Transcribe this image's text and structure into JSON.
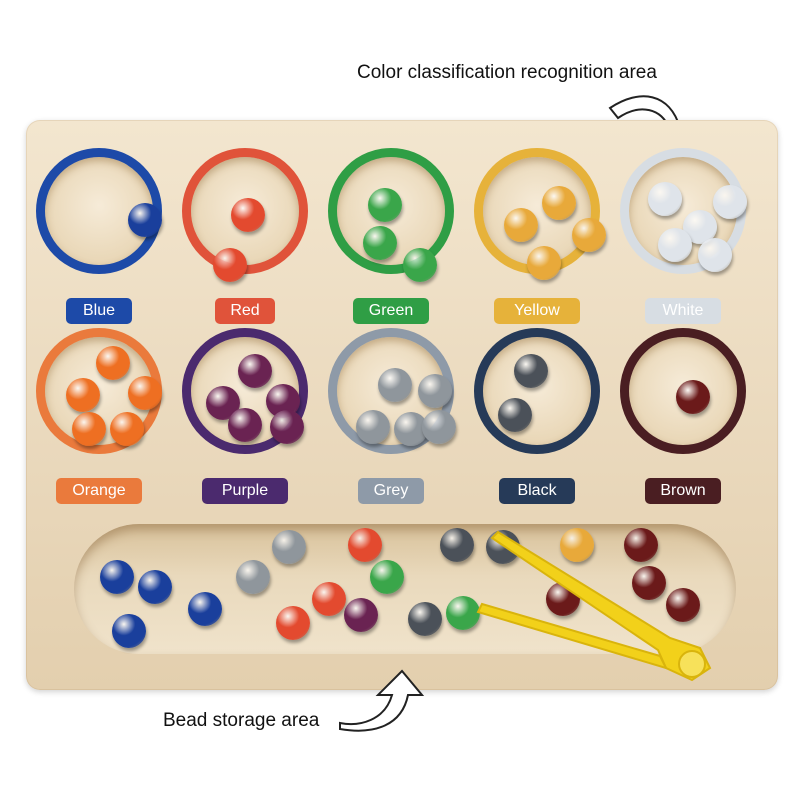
{
  "annotations": {
    "top_caption": "Color classification recognition area",
    "bottom_caption": "Bead storage area"
  },
  "sorting_slots": [
    {
      "label": "Blue",
      "color": "#1d4aa8",
      "bead_color": "#1a3f9c",
      "bead_count": 1
    },
    {
      "label": "Red",
      "color": "#e0533a",
      "bead_color": "#e34a2f",
      "bead_count": 2
    },
    {
      "label": "Green",
      "color": "#2f9e45",
      "bead_color": "#3aa64a",
      "bead_count": 3
    },
    {
      "label": "Yellow",
      "color": "#e6b23a",
      "bead_color": "#e8a93a",
      "bead_count": 4
    },
    {
      "label": "White",
      "color": "#d7dde3",
      "bead_color": "#dfe4ea",
      "bead_count": 5
    },
    {
      "label": "Orange",
      "color": "#ea7a3c",
      "bead_color": "#ee6f22",
      "bead_count": 5
    },
    {
      "label": "Purple",
      "color": "#4b2a6e",
      "bead_color": "#6a2352",
      "bead_count": 5
    },
    {
      "label": "Grey",
      "color": "#8e9aa8",
      "bead_color": "#8f969c",
      "bead_count": 5
    },
    {
      "label": "Black",
      "color": "#263a58",
      "bead_color": "#4b5159",
      "bead_count": 2
    },
    {
      "label": "Brown",
      "color": "#4a1e22",
      "bead_color": "#6b1a1a",
      "bead_count": 1
    }
  ],
  "tray_bead_colors": [
    "#1a3f9c",
    "#1a3f9c",
    "#1a3f9c",
    "#1a3f9c",
    "#8f969c",
    "#8f969c",
    "#e34a2f",
    "#e34a2f",
    "#e34a2f",
    "#3aa64a",
    "#6a2352",
    "#4b5159",
    "#3aa64a",
    "#4b5159",
    "#4b5159",
    "#e8a93a",
    "#6b1a1a",
    "#6b1a1a",
    "#6b1a1a",
    "#6b1a1a"
  ],
  "tweezers_color": "#f2d11a"
}
